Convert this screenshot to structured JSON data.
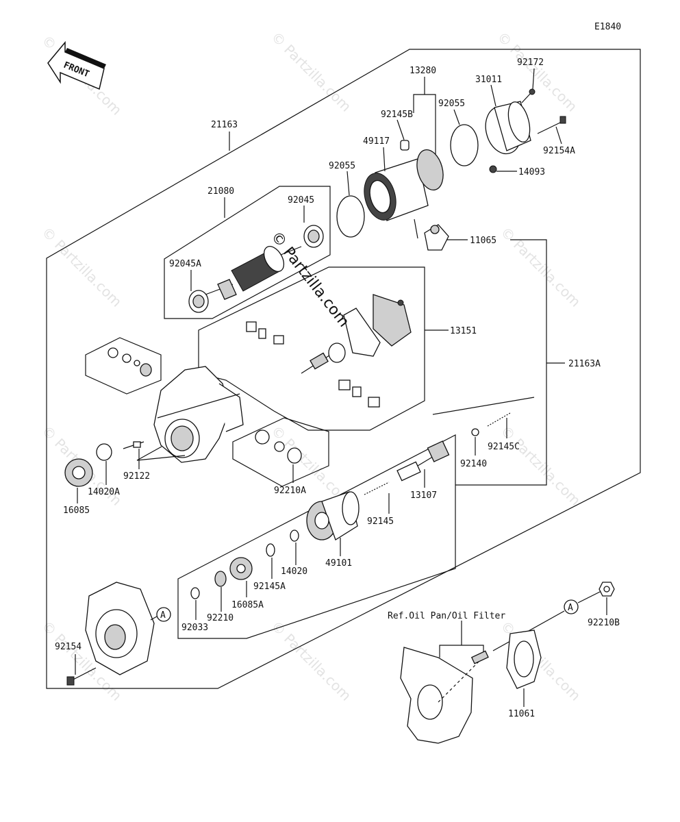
{
  "diagram_code": "E1840",
  "front_label": "FRONT",
  "watermark_text": "© Partzilla.com",
  "center_watermark": "© Partzilla.com",
  "ref_note": "Ref.Oil Pan/Oil Filter",
  "callout_letter": "A",
  "parts": {
    "p21163": "21163",
    "p21080": "21080",
    "p92045": "92045",
    "p92045A": "92045A",
    "p13280": "13280",
    "p92145B": "92145B",
    "p49117": "49117",
    "p92055a": "92055",
    "p92055b": "92055",
    "p31011": "31011",
    "p92172": "92172",
    "p92154A": "92154A",
    "p14093": "14093",
    "p11065": "11065",
    "p13151": "13151",
    "p21163A": "21163A",
    "p92145C": "92145C",
    "p92140": "92140",
    "p13107": "13107",
    "p92145": "92145",
    "p49101": "49101",
    "p14020": "14020",
    "p92145A": "92145A",
    "p16085A": "16085A",
    "p92210": "92210",
    "p92033": "92033",
    "p92210A": "92210A",
    "p92122": "92122",
    "p14020A": "14020A",
    "p16085": "16085",
    "p92154": "92154",
    "p92210B": "92210B",
    "p11061": "11061"
  }
}
